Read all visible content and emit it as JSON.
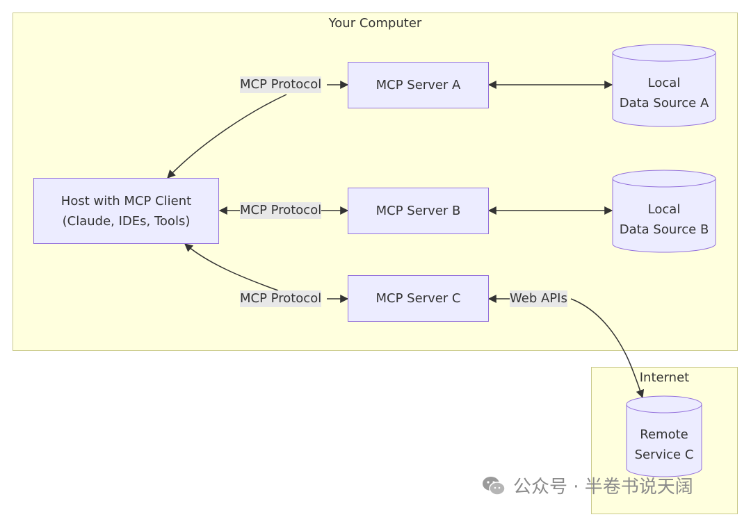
{
  "groups": {
    "computer_title": "Your Computer",
    "internet_title": "Internet"
  },
  "nodes": {
    "host_line1": "Host with MCP Client",
    "host_line2": "(Claude, IDEs, Tools)",
    "server_a": "MCP Server A",
    "server_b": "MCP Server B",
    "server_c": "MCP Server C"
  },
  "datasources": {
    "a_line1": "Local",
    "a_line2": "Data Source A",
    "b_line1": "Local",
    "b_line2": "Data Source B",
    "c_line1": "Remote",
    "c_line2": "Service C"
  },
  "edge_labels": {
    "protocol_a": "MCP Protocol",
    "protocol_b": "MCP Protocol",
    "protocol_c": "MCP Protocol",
    "web_apis": "Web APIs"
  },
  "watermark": {
    "text": "公众号 · 半卷书说天阔",
    "icon": "wechat-icon"
  },
  "colors": {
    "group_fill": "#ffffde",
    "group_border": "#c9c98a",
    "node_fill": "#ececff",
    "node_border": "#9370db",
    "edge_stroke": "#333333",
    "label_bg": "#e8e8e8"
  }
}
